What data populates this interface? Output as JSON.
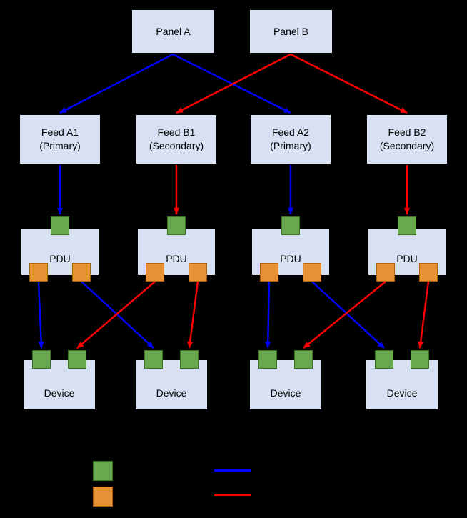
{
  "colors": {
    "background": "#000000",
    "box_fill": "#d8e1f3",
    "box_text": "#000000",
    "input_port": "#6aa84f",
    "input_port_border": "#38761d",
    "output_port": "#e69138",
    "output_port_border": "#b45f06",
    "primary_path": "#0000ff",
    "secondary_path": "#ff0000"
  },
  "nodes": {
    "panel_a": {
      "label": "Panel A"
    },
    "panel_b": {
      "label": "Panel B"
    },
    "feed_a1": {
      "line1": "Feed A1",
      "line2": "(Primary)"
    },
    "feed_b1": {
      "line1": "Feed B1",
      "line2": "(Secondary)"
    },
    "feed_a2": {
      "line1": "Feed A2",
      "line2": "(Primary)"
    },
    "feed_b2": {
      "line1": "Feed B2",
      "line2": "(Secondary)"
    },
    "pdu_label": "PDU",
    "device_label": "Device"
  },
  "edges": [
    {
      "from": "panel_a",
      "to": "feed_a1",
      "type": "primary"
    },
    {
      "from": "panel_a",
      "to": "feed_a2",
      "type": "primary"
    },
    {
      "from": "panel_b",
      "to": "feed_b1",
      "type": "secondary"
    },
    {
      "from": "panel_b",
      "to": "feed_b2",
      "type": "secondary"
    },
    {
      "from": "feed_a1",
      "to": "pdu1_in",
      "type": "primary"
    },
    {
      "from": "feed_b1",
      "to": "pdu2_in",
      "type": "secondary"
    },
    {
      "from": "feed_a2",
      "to": "pdu3_in",
      "type": "primary"
    },
    {
      "from": "feed_b2",
      "to": "pdu4_in",
      "type": "secondary"
    },
    {
      "from": "pdu1_out_l",
      "to": "dev1_in_l",
      "type": "primary"
    },
    {
      "from": "pdu1_out_r",
      "to": "dev2_in_l",
      "type": "primary"
    },
    {
      "from": "pdu2_out_l",
      "to": "dev1_in_r",
      "type": "secondary"
    },
    {
      "from": "pdu2_out_r",
      "to": "dev2_in_r",
      "type": "secondary"
    },
    {
      "from": "pdu3_out_l",
      "to": "dev3_in_l",
      "type": "primary"
    },
    {
      "from": "pdu3_out_r",
      "to": "dev4_in_l",
      "type": "primary"
    },
    {
      "from": "pdu4_out_l",
      "to": "dev3_in_r",
      "type": "secondary"
    },
    {
      "from": "pdu4_out_r",
      "to": "dev4_in_r",
      "type": "secondary"
    }
  ]
}
